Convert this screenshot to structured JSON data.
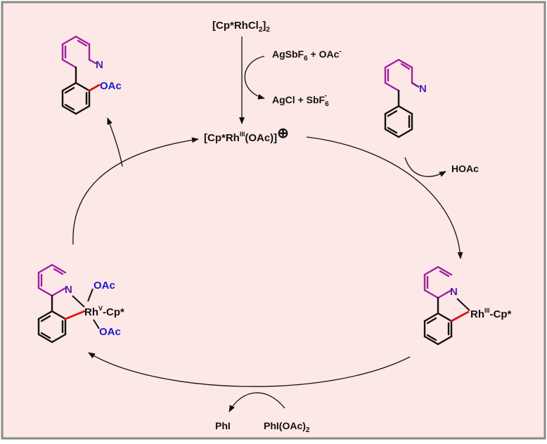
{
  "colors": {
    "background": "#fce8e6",
    "frame": "#8a8a8a",
    "pyridine": "#a020a0",
    "nitrogen": "#5a1aa8",
    "oxygen_group": "#1a1acc",
    "new_bond": "#e01010",
    "ink": "#111111"
  },
  "labels": {
    "precatalyst": {
      "base": "[Cp*RhCl",
      "sub": "2",
      "tail": "]",
      "sub2": "2"
    },
    "additive_in": {
      "base": "AgSbF",
      "sub": "6",
      "tail": " + OAc",
      "sup": "-"
    },
    "additive_out": {
      "base": "AgCl + SbF",
      "sub": "6",
      "sup": "-"
    },
    "active_catalyst": {
      "pre": "[Cp*Rh",
      "sup": "III",
      "post": "(OAc)]",
      "charge": "⊕"
    },
    "byproduct_hoac": "HOAc",
    "rhodacycle": {
      "pre": "Rh",
      "sup": "III",
      "post": "-Cp*"
    },
    "rhv_complex": {
      "pre": "Rh",
      "sup": "V",
      "post": "-Cp*"
    },
    "oac_top": "OAc",
    "oac_bottom": "OAc",
    "product_oac": "OAc",
    "oxidant": {
      "base": "PhI(OAc)",
      "sub": "2"
    },
    "reduced_oxidant": "PhI",
    "nitrogen_atom": "N"
  }
}
